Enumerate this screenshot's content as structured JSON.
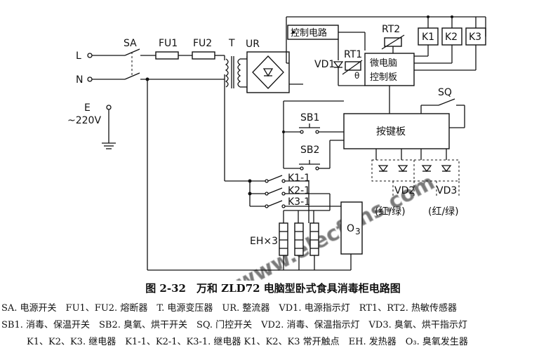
{
  "labels": {
    "L": "L",
    "N": "N",
    "E": "E",
    "voltage": "~220V",
    "SA": "SA",
    "FU1": "FU1",
    "FU2": "FU2",
    "T": "T",
    "UR": "UR",
    "control_circuit": "控制电路",
    "VD1": "VD1",
    "RT1": "RT1",
    "RT2": "RT2",
    "mcu_line1": "微电脑",
    "mcu_line2": "控制板",
    "K1": "K1",
    "K2": "K2",
    "K3": "K3",
    "SQ": "SQ",
    "SB1": "SB1",
    "SB2": "SB2",
    "keypad": "按键板",
    "K1_1": "K1-1",
    "K2_1": "K2-1",
    "K3_1": "K3-1",
    "VD2": "VD2",
    "VD3": "VD3",
    "red_green_1": "(红/绿)",
    "red_green_2": "(红/绿)",
    "EH": "EH×3",
    "O3": "O",
    "O3_sub": "3"
  },
  "watermark": "www.elecfans.com",
  "caption": "图 2-32　万和 ZLD72 电脑型卧式食具消毒柜电路图",
  "legend": [
    "SA. 电源开关　FU1、FU2. 熔断器　T. 电源变压器　UR. 整流器　VD1. 电源指示灯　RT1、RT2. 热敏传感器",
    "SB1. 消毒、保温开关　SB2. 臭氧、烘干开关　SQ. 门控开关　VD2. 消毒、保温指示灯　VD3. 臭氧、烘干指示灯",
    "K1、K2、K3. 继电器　K1-1、K2-1、K3-1. 继电器 K1、K2、K3 常开触点　EH. 发热器　O₃. 臭氧发生器"
  ]
}
